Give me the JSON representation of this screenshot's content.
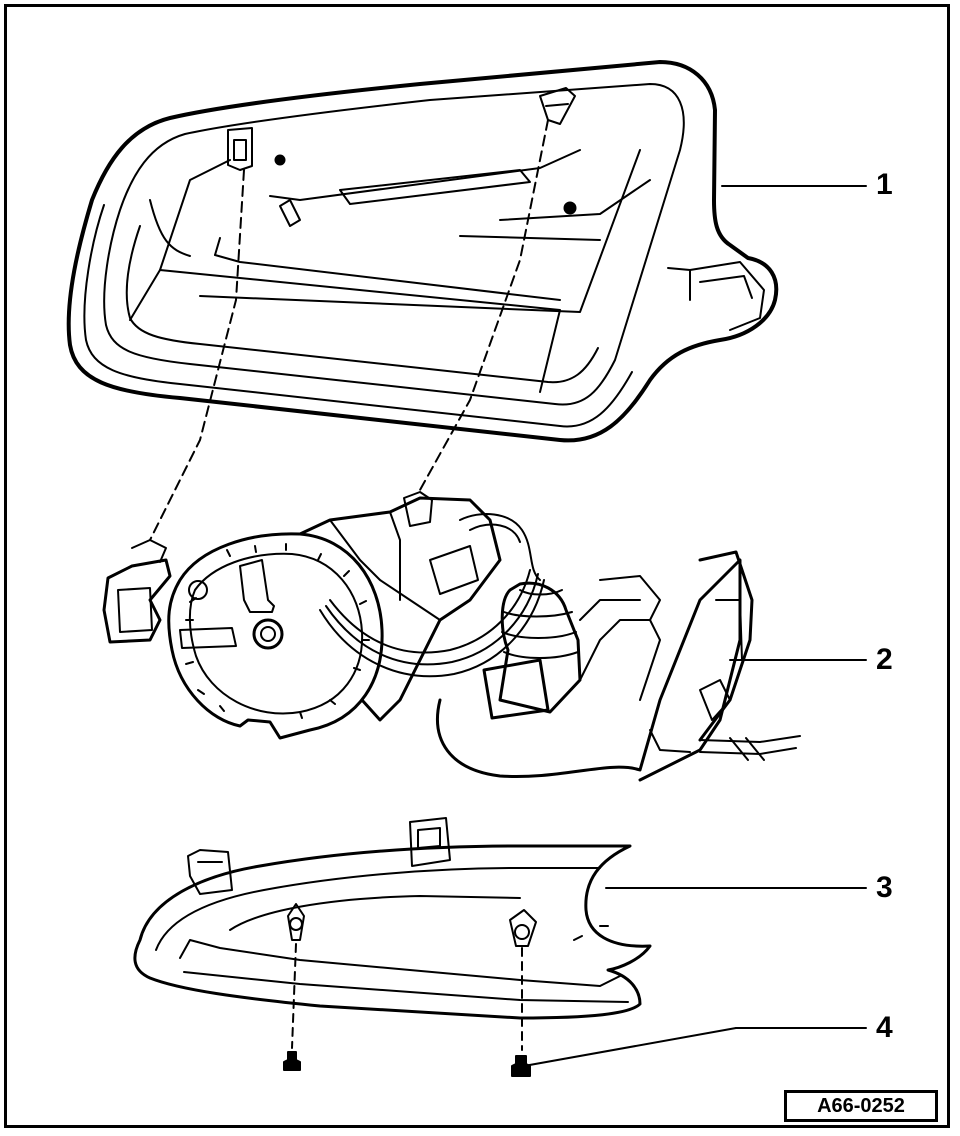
{
  "diagram": {
    "reference_code": "A66-0252",
    "callouts": [
      {
        "number": "1",
        "part": "mirror-housing-cover"
      },
      {
        "number": "2",
        "part": "mirror-base-with-adjustment-motor"
      },
      {
        "number": "3",
        "part": "lower-housing-trim-cover"
      },
      {
        "number": "4",
        "part": "screw"
      }
    ]
  },
  "colors": {
    "line": "#000000",
    "fill": "#ffffff"
  }
}
